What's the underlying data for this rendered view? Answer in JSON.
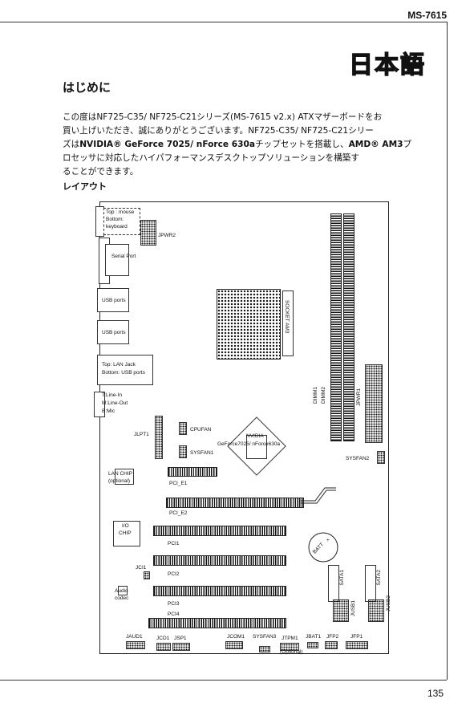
{
  "header": {
    "model": "MS-7615"
  },
  "title": "日本語",
  "section_intro": "はじめに",
  "intro": {
    "line1": "この度はNF725-C35/ NF725-C21シリーズ(MS-7615 v2.x) ATXマザーボードをお",
    "line2": "買い上げいただき、誠にありがとうございます。NF725-C35/ NF725-C21シリー",
    "line3_a": "ズは",
    "line3_b": "NVIDIA® GeForce 7025/ nForce 630a",
    "line3_c": "チップセットを搭載し、",
    "line3_d": "AMD® AM3",
    "line3_e": "プ",
    "line4": "ロセッサに対応したハイパフォーマンスデスクトップソリューションを構築す",
    "line5": "ることができます。"
  },
  "section_layout": "レイアウト",
  "board": {
    "top_mouse": "Top : mouse",
    "bottom_kb": "Bottom:",
    "keyboard": "keyboard",
    "jpwr2": "JPWR2",
    "serial": "Serial Port",
    "usb1": "USB ports",
    "usb2": "USB ports",
    "lan1": "Top: LAN Jack",
    "lan2": "Bottom: USB ports",
    "audio1": "T:Line-In",
    "audio2": "M:Line-Out",
    "audio3": "B:Mic",
    "socket": "SOCKET AM3",
    "dimm1": "DIMM1",
    "dimm2": "DIMM2",
    "jpwr1": "JPWR1",
    "jlpt1": "JLPT1",
    "cpufan": "CPUFAN",
    "sysfan1": "SYSFAN1",
    "nvidia": "NVIDIA",
    "chipset": "GeForce7025/ nForce630a",
    "sysfan2": "SYSFAN2",
    "lanchip1": "LAN CHIP",
    "lanchip2": "(optional)",
    "pcie1": "PCI_E1",
    "pcie2": "PCI_E2",
    "io1": "I/O",
    "io2": "CHIP",
    "pci1": "PCI1",
    "batt": "BATT",
    "batt_plus": "+",
    "jci1": "JCI1",
    "pci2": "PCI2",
    "sata1": "SATA1",
    "sata2": "SATA2",
    "audio_codec1": "Audio",
    "audio_codec2": "codec",
    "pci3": "PCI3",
    "jusb1": "JUSB1",
    "jusb2": "JUSB2",
    "pci4": "PCI4",
    "jaud1": "JAUD1",
    "jcd1": "JCD1",
    "jsp1": "JSP1",
    "jcom1": "JCOM1",
    "sysfan3": "SYSFAN3",
    "jtpm1": "JTPM1",
    "jtpm_opt": "(Optional)",
    "jbat1": "JBAT1",
    "jfp2": "JFP2",
    "jfp1": "JFP1"
  },
  "footer": {
    "page": "135"
  }
}
